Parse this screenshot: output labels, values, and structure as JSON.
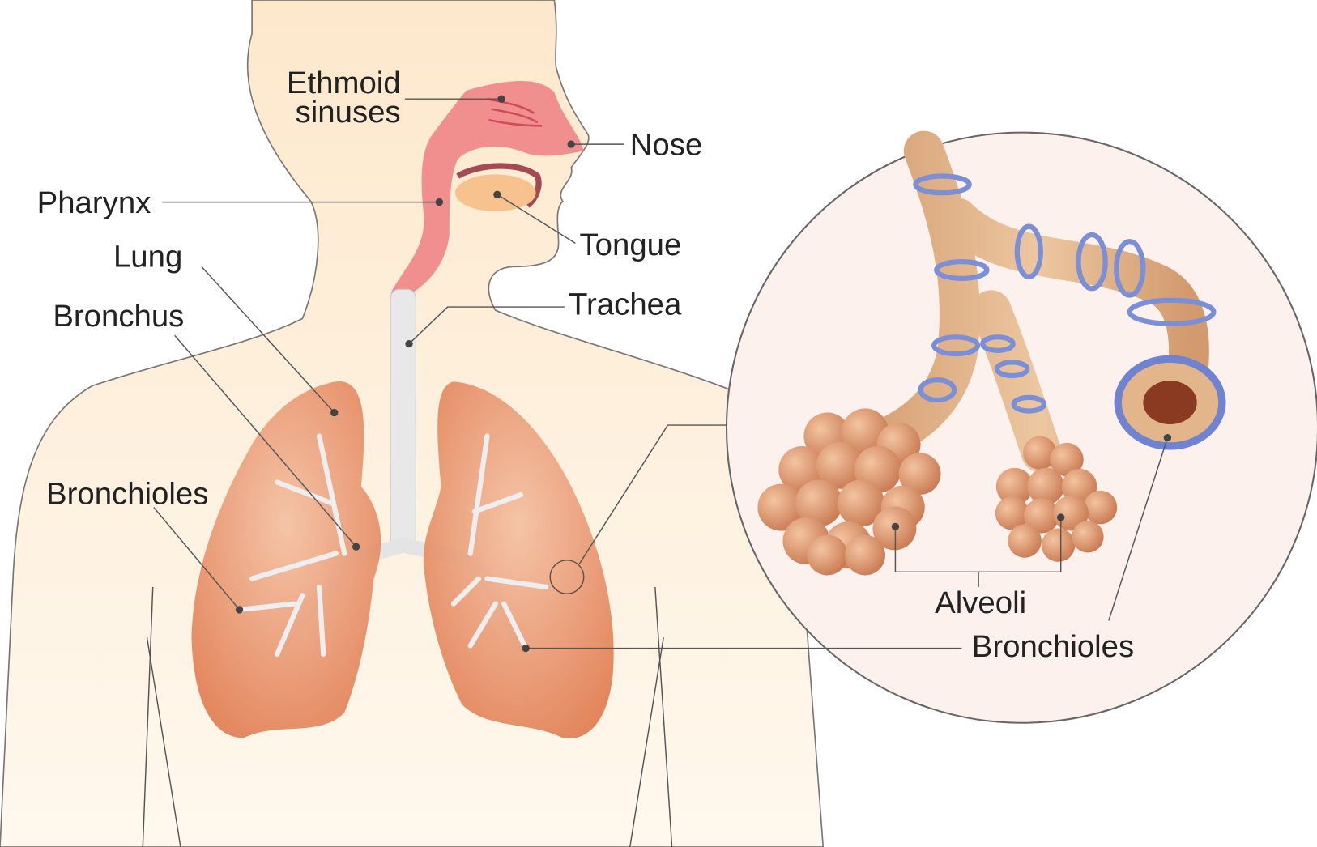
{
  "labels": {
    "ethmoid_line1": "Ethmoid",
    "ethmoid_line2": "sinuses",
    "nose": "Nose",
    "pharynx": "Pharynx",
    "tongue": "Tongue",
    "lung": "Lung",
    "trachea": "Trachea",
    "bronchus": "Bronchus",
    "bronchioles_left": "Bronchioles",
    "alveoli": "Alveoli",
    "bronchioles_right": "Bronchioles"
  },
  "colors": {
    "skin": "#fde9cf",
    "airway": "#f08c8c",
    "lung": "#e8916a",
    "trachea": "#e6e6e6",
    "cartilage_ring": "#7b8fd6",
    "bronchiole_tube": "#e2b58a",
    "alveolus": "#d9936a",
    "inset_bg": "#fdf1ee"
  }
}
